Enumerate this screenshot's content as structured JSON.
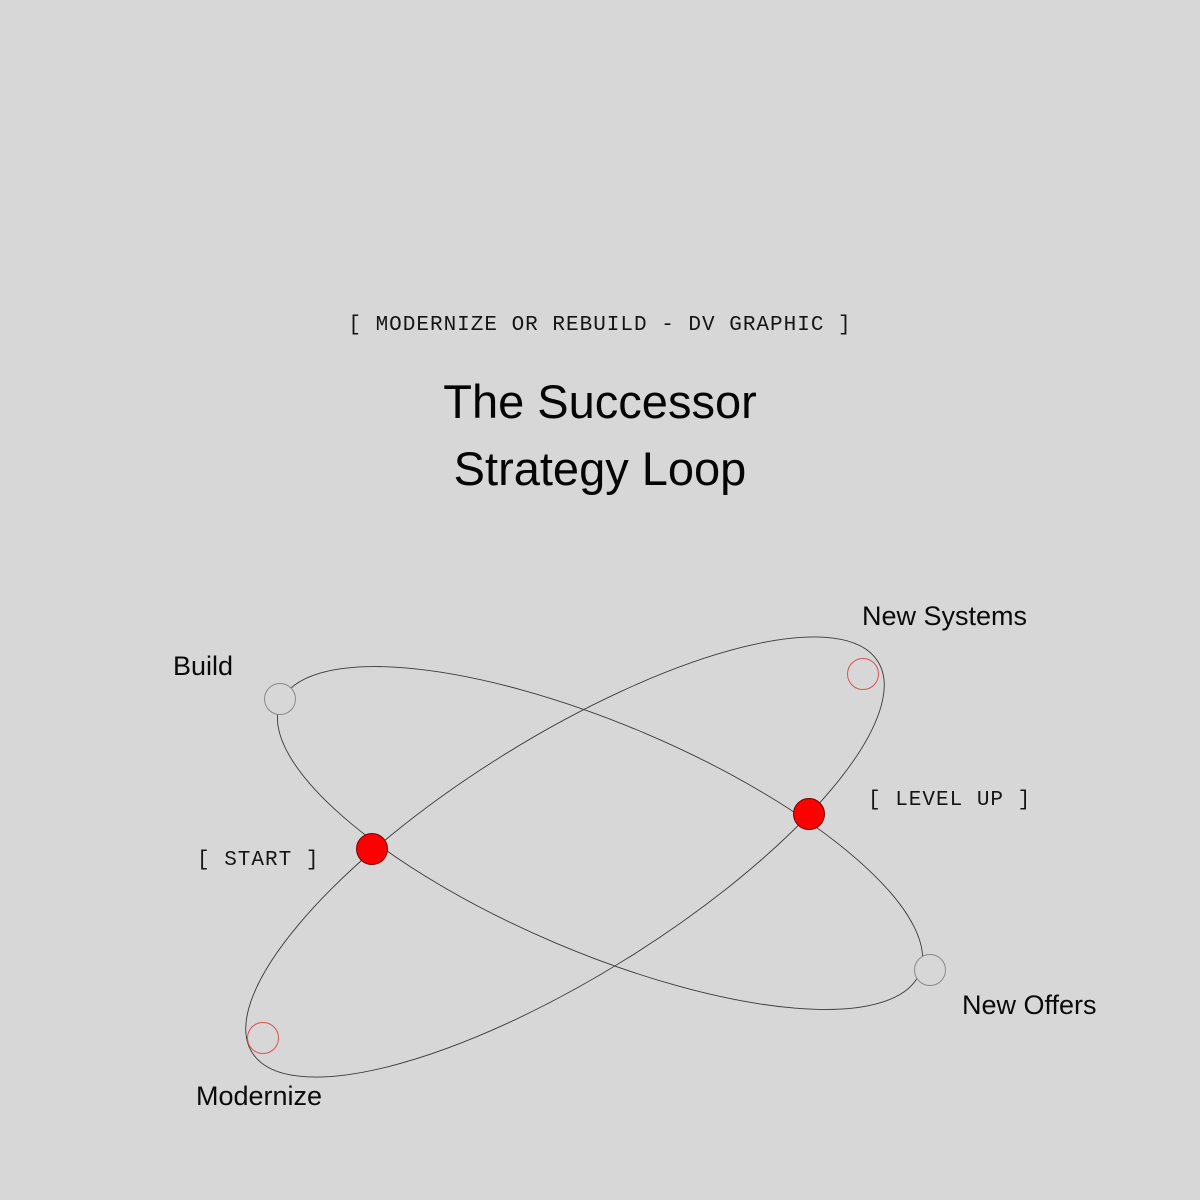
{
  "header": {
    "kicker": "[ MODERNIZE OR REBUILD - DV GRAPHIC ]",
    "title_line1": "The Successor",
    "title_line2": "Strategy Loop"
  },
  "diagram": {
    "nodes": {
      "build": "Build",
      "new_systems": "New Systems",
      "new_offers": "New Offers",
      "modernize": "Modernize"
    },
    "tags": {
      "start": "[ START ]",
      "level_up": "[ LEVEL UP ]"
    },
    "colors": {
      "accent": "#ff0000",
      "line": "#333333",
      "neutral_node": "#888888",
      "background": "#d7d7d7"
    }
  }
}
